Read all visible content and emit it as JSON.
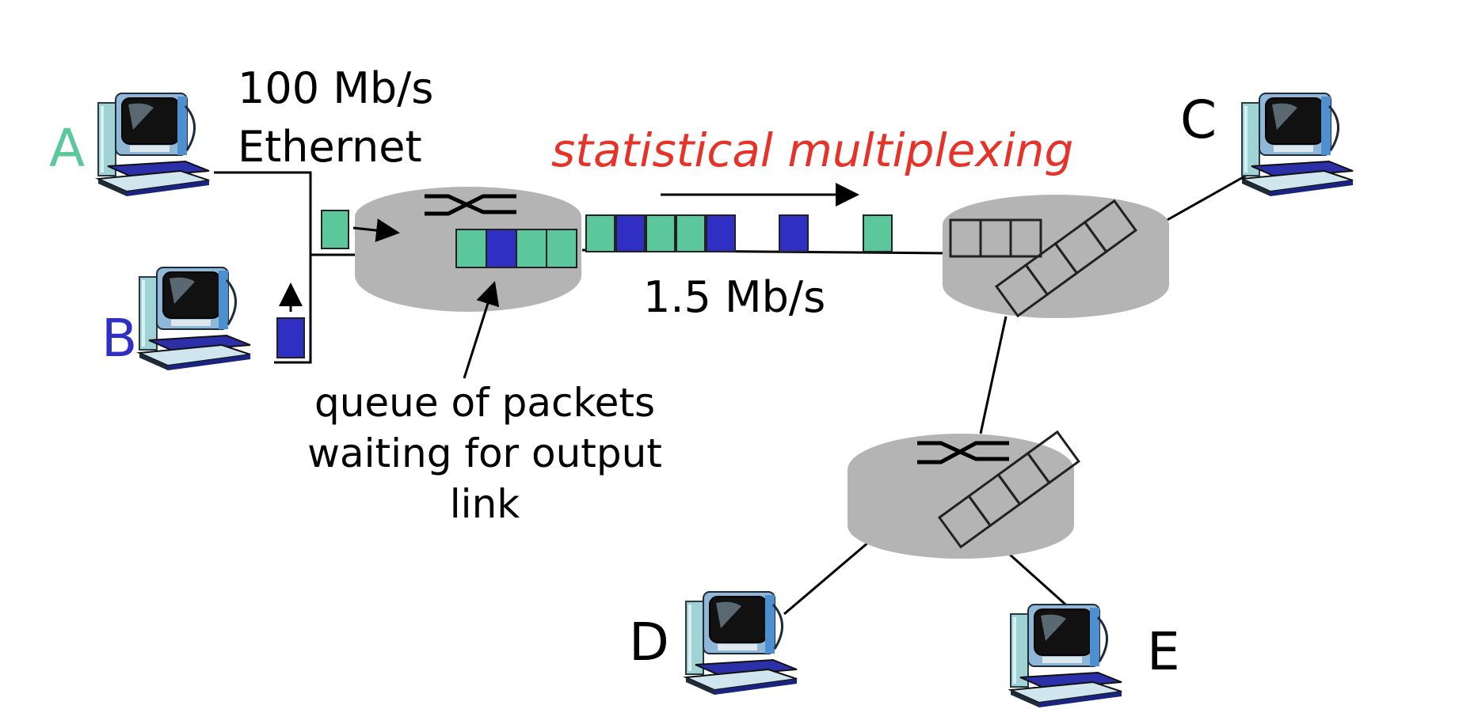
{
  "diagram": {
    "title": "statistical multiplexing",
    "ethernet_rate_line1": "100 Mb/s",
    "ethernet_rate_line2": "Ethernet",
    "link_rate": "1.5 Mb/s",
    "queue_caption_line1": "queue of packets",
    "queue_caption_line2": "waiting for output",
    "queue_caption_line3": "link"
  },
  "hosts": {
    "a": {
      "label": "A",
      "color": "#5cc79a"
    },
    "b": {
      "label": "B",
      "color": "#2f2fc4"
    },
    "c": {
      "label": "C",
      "color": "#000000"
    },
    "d": {
      "label": "D",
      "color": "#000000"
    },
    "e": {
      "label": "E",
      "color": "#000000"
    }
  },
  "colors": {
    "title": "#e53329",
    "packet_green": "#5cc79a",
    "packet_blue": "#2f2fc4",
    "router": "#b4b4b4"
  },
  "packet_stream": [
    "green",
    "blue",
    "green",
    "green",
    "blue",
    "blue",
    "green"
  ],
  "router_queue": [
    "green",
    "blue",
    "green",
    "green"
  ]
}
